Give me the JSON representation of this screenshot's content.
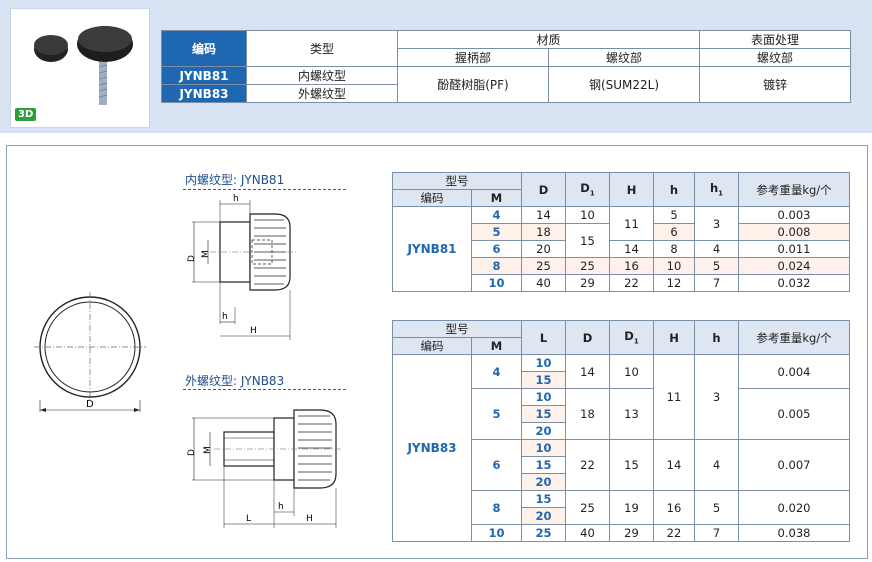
{
  "badge": "3D",
  "spec_table": {
    "col_code": "编码",
    "col_type": "类型",
    "col_material": "材质",
    "col_surface": "表面处理",
    "sub_grip": "握柄部",
    "sub_thread": "螺纹部",
    "sub_surface_thread": "螺纹部",
    "rows": [
      {
        "code": "JYNB81",
        "type": "内螺纹型"
      },
      {
        "code": "JYNB83",
        "type": "外螺纹型"
      }
    ],
    "grip_material": "酚醛树脂(PF)",
    "thread_material": "钢(SUM22L)",
    "surface": "镀锌"
  },
  "drawings": {
    "caption_81": "内螺纹型: JYNB81",
    "caption_83": "外螺纹型: JYNB83",
    "label_D": "D",
    "label_D1": "D",
    "label_M": "M",
    "label_h": "h",
    "label_h1": "h",
    "label_H": "H",
    "label_L": "L",
    "sub_1": "1"
  },
  "table81": {
    "h_model": "型号",
    "h_code": "编码",
    "h_M": "M",
    "h_D": "D",
    "h_D1": "D",
    "h_H": "H",
    "h_h": "h",
    "h_h1": "h",
    "h_weight": "参考重量kg/个",
    "sub1": "1",
    "model": "JYNB81",
    "rows": [
      {
        "M": "4",
        "D": "14",
        "D1": "10",
        "H": "11",
        "h": "5",
        "h1": "3",
        "w": "0.003"
      },
      {
        "M": "5",
        "D": "18",
        "D1": "15",
        "h": "6",
        "w": "0.008"
      },
      {
        "M": "6",
        "D": "20",
        "H": "14",
        "h": "8",
        "h1": "4",
        "w": "0.011"
      },
      {
        "M": "8",
        "D": "25",
        "D1": "25",
        "H": "16",
        "h": "10",
        "h1": "5",
        "w": "0.024"
      },
      {
        "M": "10",
        "D": "40",
        "D1": "29",
        "H": "22",
        "h": "12",
        "h1": "7",
        "w": "0.032"
      }
    ]
  },
  "table83": {
    "h_model": "型号",
    "h_code": "编码",
    "h_M": "M",
    "h_L": "L",
    "h_D": "D",
    "h_D1": "D",
    "h_H": "H",
    "h_h": "h",
    "h_weight": "参考重量kg/个",
    "sub1": "1",
    "model": "JYNB83",
    "groups": [
      {
        "M": "4",
        "L": [
          "10",
          "15"
        ],
        "D": "14",
        "D1": "10",
        "w": "0.004"
      },
      {
        "M": "5",
        "L": [
          "10",
          "15",
          "20"
        ],
        "D": "18",
        "D1": "13",
        "w": "0.005"
      },
      {
        "M": "6",
        "L": [
          "10",
          "15",
          "20"
        ],
        "D": "22",
        "D1": "15",
        "H": "14",
        "h": "4",
        "w": "0.007"
      },
      {
        "M": "8",
        "L": [
          "15",
          "20"
        ],
        "D": "25",
        "D1": "19",
        "H": "16",
        "h": "5",
        "w": "0.020"
      },
      {
        "M": "10",
        "L": [
          "25"
        ],
        "D": "40",
        "D1": "29",
        "H": "22",
        "h": "7",
        "w": "0.038"
      }
    ],
    "H_45": "11",
    "h_45": "3"
  },
  "colors": {
    "band": "#d7e3f2",
    "header_blue": "#1f67b0",
    "badge_green": "#2e9e3a",
    "row_alt": "#fdf1ea"
  }
}
